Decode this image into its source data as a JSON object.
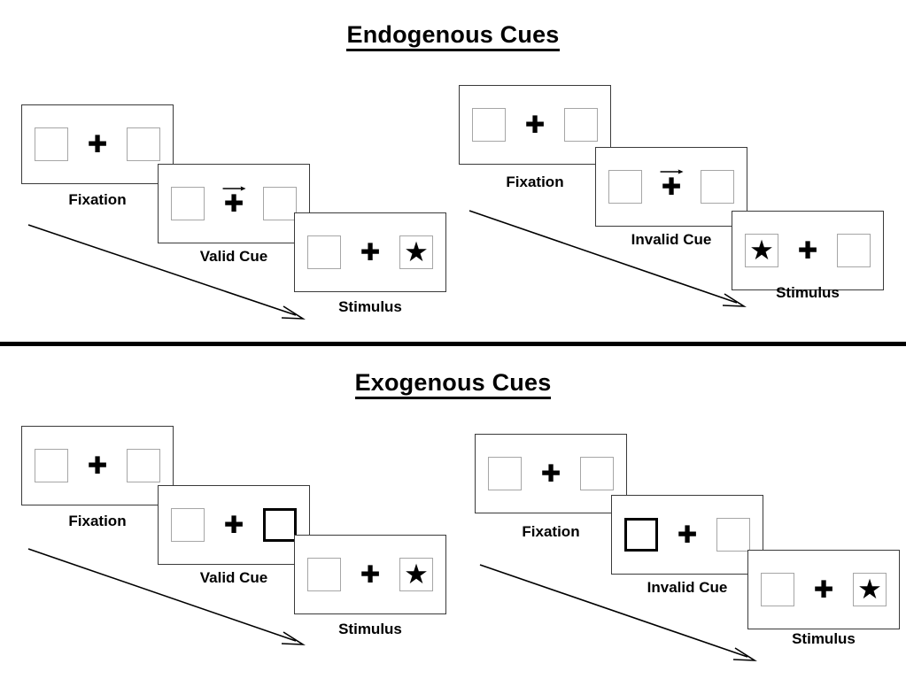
{
  "figure": {
    "title_top": "Endogenous Cues",
    "title_bottom": "Exogenous Cues"
  },
  "labels": {
    "fixation": "Fixation",
    "valid_cue": "Valid Cue",
    "invalid_cue": "Invalid Cue",
    "stimulus": "Stimulus"
  },
  "glyphs": {
    "plus": "✚",
    "star": "★"
  },
  "colors": {
    "panel_border": "#3a3a3a",
    "box_border": "#a6a6a6",
    "cued_box_border": "#000000",
    "ink": "#000000",
    "background": "#ffffff"
  },
  "sections": [
    {
      "id": "endogenous",
      "title": "Endogenous Cues",
      "conditions": [
        {
          "id": "endogenous-valid",
          "cue_type": "central-arrow",
          "frames": [
            {
              "name": "fixation",
              "label": "Fixation",
              "left_box": "empty",
              "right_box": "empty",
              "arrow": "none"
            },
            {
              "name": "valid-cue",
              "label": "Valid Cue",
              "left_box": "empty",
              "right_box": "empty",
              "arrow": "right"
            },
            {
              "name": "stimulus",
              "label": "Stimulus",
              "left_box": "empty",
              "right_box": "star",
              "arrow": "none"
            }
          ]
        },
        {
          "id": "endogenous-invalid",
          "cue_type": "central-arrow",
          "frames": [
            {
              "name": "fixation",
              "label": "Fixation",
              "left_box": "empty",
              "right_box": "empty",
              "arrow": "none"
            },
            {
              "name": "invalid-cue",
              "label": "Invalid Cue",
              "left_box": "empty",
              "right_box": "empty",
              "arrow": "right"
            },
            {
              "name": "stimulus",
              "label": "Stimulus",
              "left_box": "star",
              "right_box": "empty",
              "arrow": "none"
            }
          ]
        }
      ]
    },
    {
      "id": "exogenous",
      "title": "Exogenous Cues",
      "conditions": [
        {
          "id": "exogenous-valid",
          "cue_type": "peripheral-box",
          "frames": [
            {
              "name": "fixation",
              "label": "Fixation",
              "left_box": "empty",
              "right_box": "empty",
              "arrow": "none"
            },
            {
              "name": "valid-cue",
              "label": "Valid Cue",
              "left_box": "empty",
              "right_box": "cued",
              "arrow": "none"
            },
            {
              "name": "stimulus",
              "label": "Stimulus",
              "left_box": "empty",
              "right_box": "star",
              "arrow": "none"
            }
          ]
        },
        {
          "id": "exogenous-invalid",
          "cue_type": "peripheral-box",
          "frames": [
            {
              "name": "fixation",
              "label": "Fixation",
              "left_box": "empty",
              "right_box": "empty",
              "arrow": "none"
            },
            {
              "name": "invalid-cue",
              "label": "Invalid Cue",
              "left_box": "cued",
              "right_box": "empty",
              "arrow": "none"
            },
            {
              "name": "stimulus",
              "label": "Stimulus",
              "left_box": "empty",
              "right_box": "star",
              "arrow": "none"
            }
          ]
        }
      ]
    }
  ]
}
